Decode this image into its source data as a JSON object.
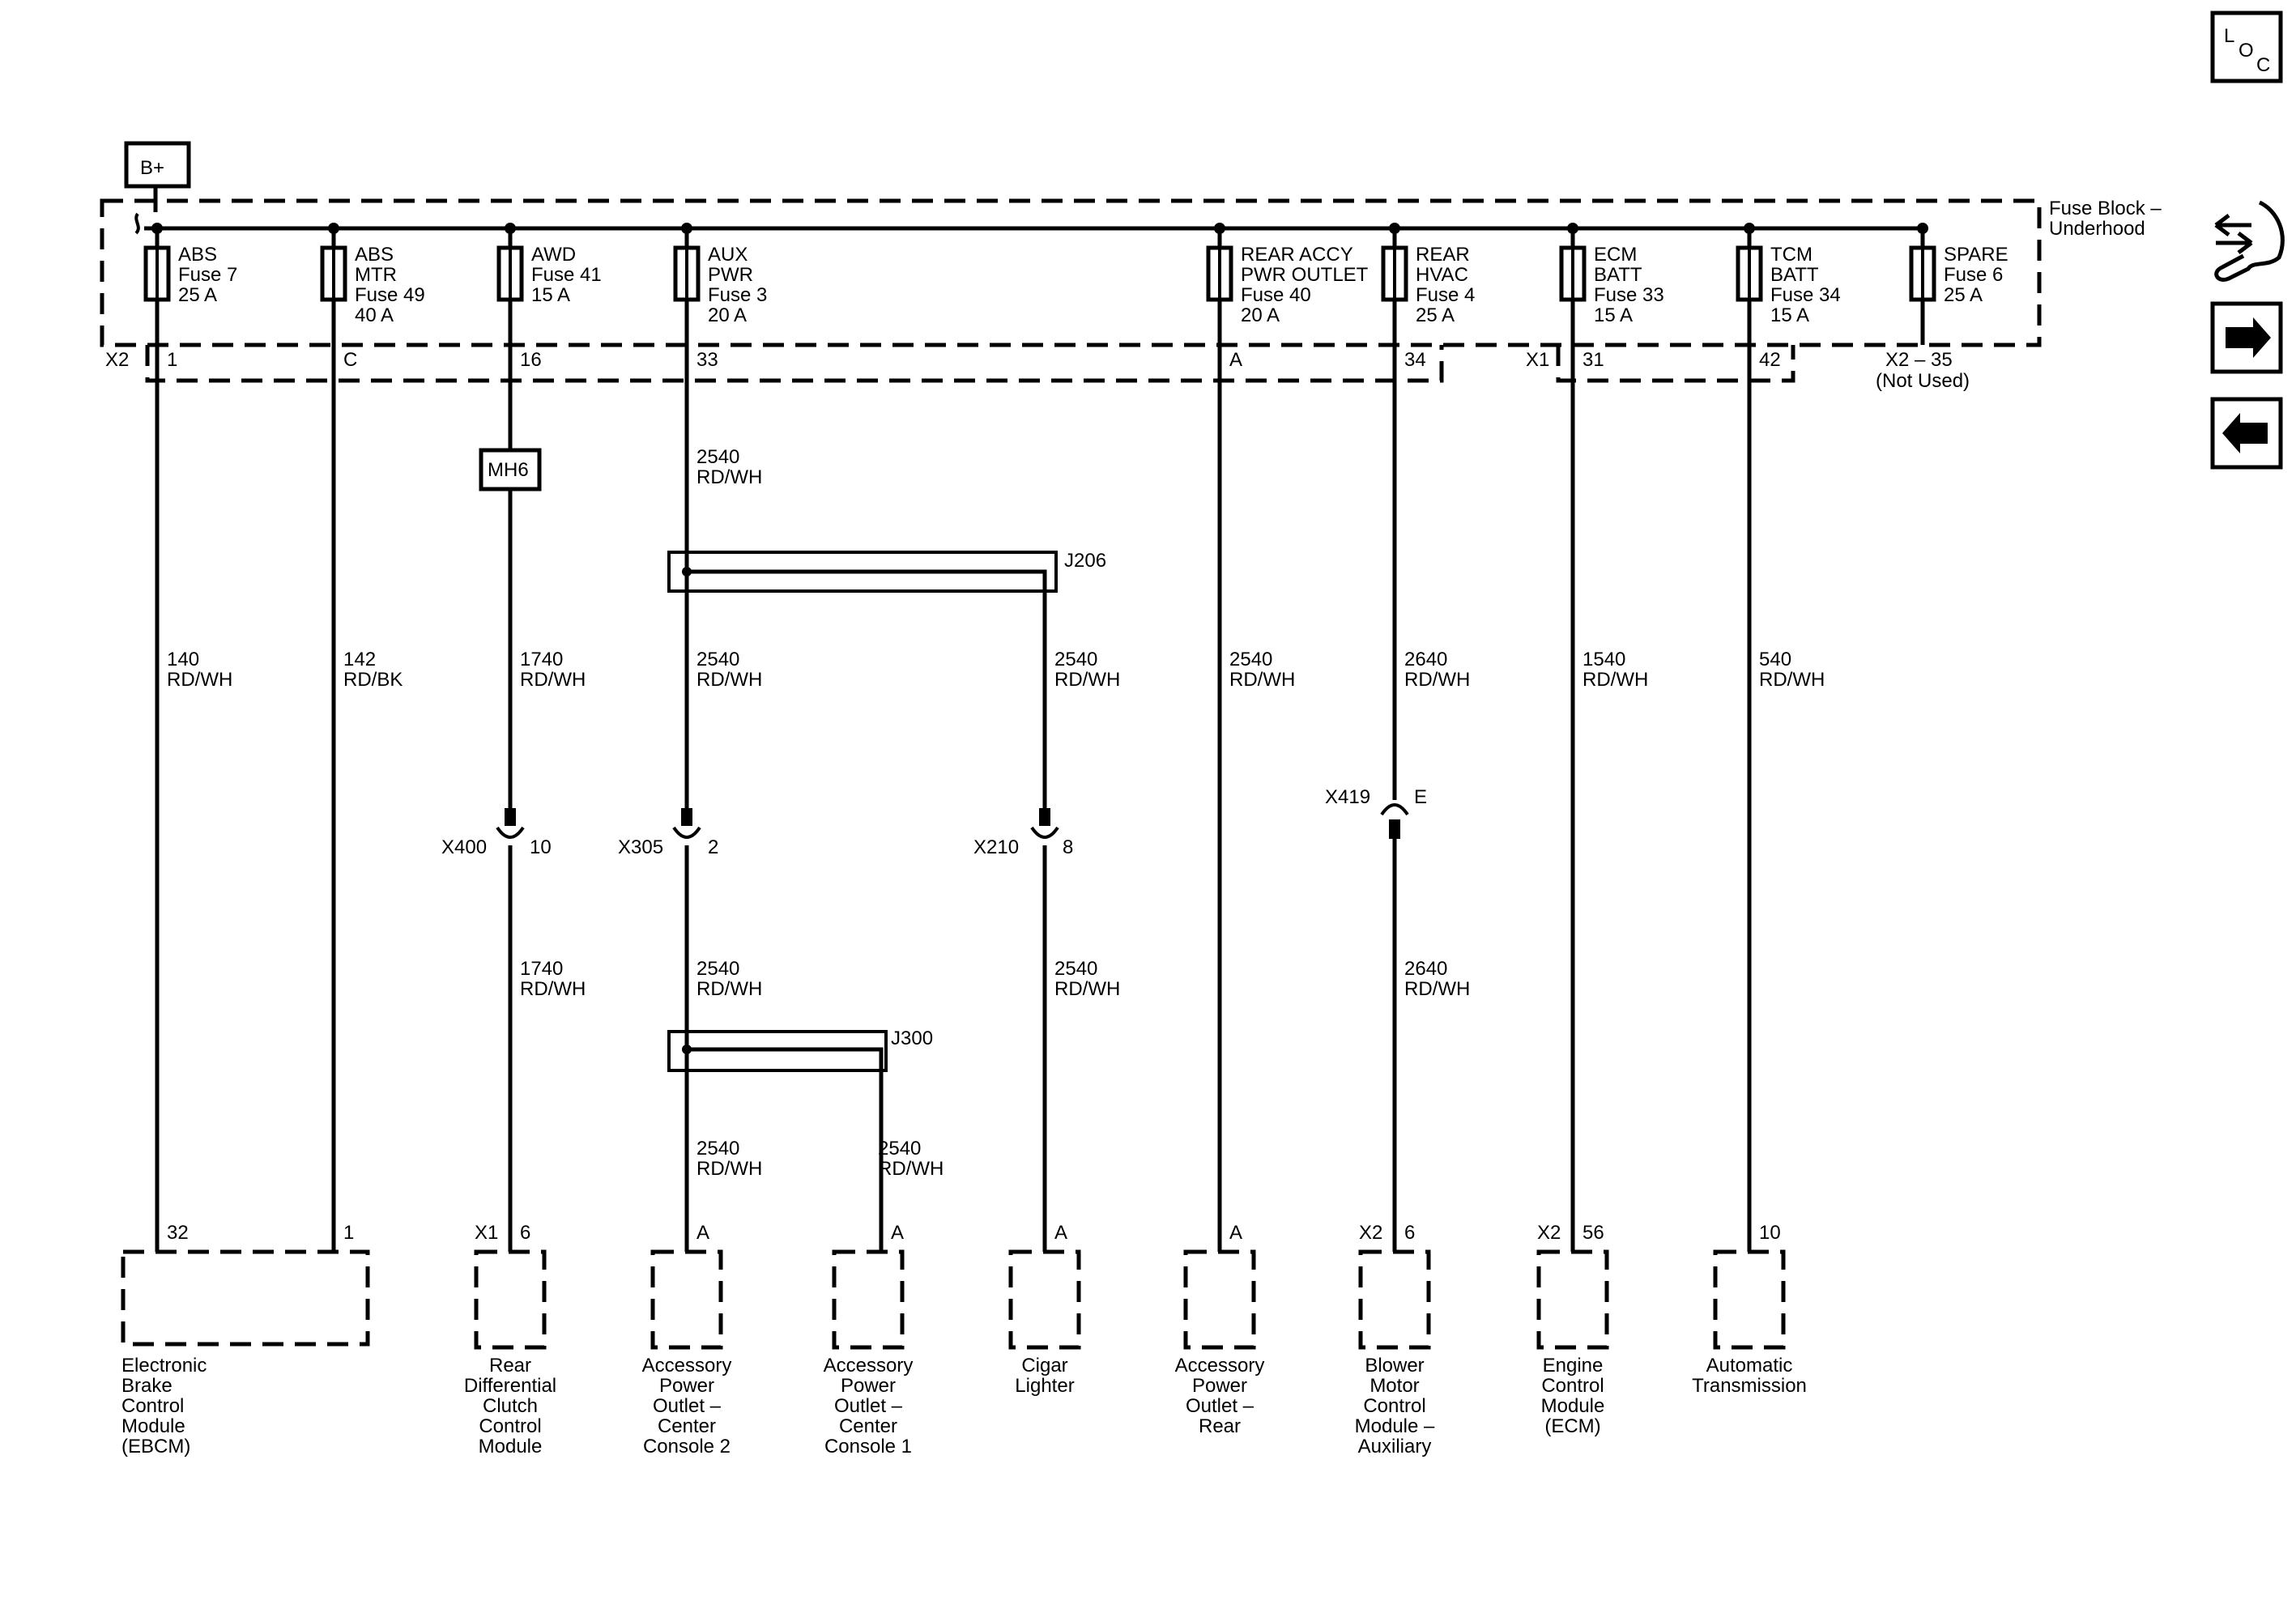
{
  "power_source": "B+",
  "fuse_block_label": [
    "Fuse Block –",
    "Underhood"
  ],
  "loc_icon_letters": [
    "L",
    "O",
    "C"
  ],
  "nav_icons": [
    "wrench-arrows-icon",
    "arrow-right-icon",
    "arrow-left-icon"
  ],
  "fuses": [
    {
      "id": "abs-fuse7",
      "lines": [
        "ABS",
        "Fuse 7",
        "25 A"
      ],
      "pin": "1"
    },
    {
      "id": "abs-mtr-fuse49",
      "lines": [
        "ABS",
        "MTR",
        "Fuse 49",
        "40 A"
      ],
      "pin": "C"
    },
    {
      "id": "awd-fuse41",
      "lines": [
        "AWD",
        "Fuse 41",
        "15 A"
      ],
      "pin": "16"
    },
    {
      "id": "aux-pwr-fuse3",
      "lines": [
        "AUX",
        "PWR",
        "Fuse 3",
        "20 A"
      ],
      "pin": "33"
    },
    {
      "id": "rear-accy-fuse40",
      "lines": [
        "REAR ACCY",
        "PWR OUTLET",
        "Fuse 40",
        "20 A"
      ],
      "pin": "A"
    },
    {
      "id": "rear-hvac-fuse4",
      "lines": [
        "REAR",
        "HVAC",
        "Fuse 4",
        "25 A"
      ],
      "pin": "34"
    },
    {
      "id": "ecm-batt-fuse33",
      "lines": [
        "ECM",
        "BATT",
        "Fuse 33",
        "15 A"
      ],
      "pin": "31"
    },
    {
      "id": "tcm-batt-fuse34",
      "lines": [
        "TCM",
        "BATT",
        "Fuse 34",
        "15 A"
      ],
      "pin": "42"
    },
    {
      "id": "spare-fuse6",
      "lines": [
        "SPARE",
        "Fuse 6",
        "25 A"
      ],
      "pin": ""
    }
  ],
  "connector_labels": {
    "x2": "X2",
    "x1": "X1",
    "spare_pin": "X2 – 35",
    "spare_note": "(Not Used)"
  },
  "splice_mh6": "MH6",
  "splices": [
    {
      "id": "J206",
      "label": "J206"
    },
    {
      "id": "J300",
      "label": "J300"
    }
  ],
  "inline_connectors": [
    {
      "id": "X400",
      "label": "X400",
      "pin": "10"
    },
    {
      "id": "X305",
      "label": "X305",
      "pin": "2"
    },
    {
      "id": "X210",
      "label": "X210",
      "pin": "8"
    },
    {
      "id": "X419",
      "label": "X419",
      "pin": "E"
    }
  ],
  "wire_labels": [
    {
      "id": "w140",
      "circuit": "140",
      "color": "RD/WH"
    },
    {
      "id": "w142",
      "circuit": "142",
      "color": "RD/BK"
    },
    {
      "id": "w1740a",
      "circuit": "1740",
      "color": "RD/WH"
    },
    {
      "id": "w1740b",
      "circuit": "1740",
      "color": "RD/WH"
    },
    {
      "id": "w2540top",
      "circuit": "2540",
      "color": "RD/WH"
    },
    {
      "id": "w2540mid",
      "circuit": "2540",
      "color": "RD/WH"
    },
    {
      "id": "w2540lighter",
      "circuit": "2540",
      "color": "RD/WH"
    },
    {
      "id": "w2540lower",
      "circuit": "2540",
      "color": "RD/WH"
    },
    {
      "id": "w2540lighter2",
      "circuit": "2540",
      "color": "RD/WH"
    },
    {
      "id": "w2540cc2",
      "circuit": "2540",
      "color": "RD/WH"
    },
    {
      "id": "w2540cc1",
      "circuit": "2540",
      "color": "RD/WH"
    },
    {
      "id": "w2540rear",
      "circuit": "2540",
      "color": "RD/WH"
    },
    {
      "id": "w2640a",
      "circuit": "2640",
      "color": "RD/WH"
    },
    {
      "id": "w2640b",
      "circuit": "2640",
      "color": "RD/WH"
    },
    {
      "id": "w1540",
      "circuit": "1540",
      "color": "RD/WH"
    },
    {
      "id": "w540",
      "circuit": "540",
      "color": "RD/WH"
    }
  ],
  "components": [
    {
      "id": "ebcm",
      "connector": "",
      "pins": [
        "32",
        "1"
      ],
      "name": [
        "Electronic",
        "Brake",
        "Control",
        "Module",
        "(EBCM)"
      ]
    },
    {
      "id": "rdccm",
      "connector": "X1",
      "pins": [
        "6"
      ],
      "name": [
        "Rear",
        "Differential",
        "Clutch",
        "Control",
        "Module"
      ]
    },
    {
      "id": "apo-cc2",
      "connector": "",
      "pins": [
        "A"
      ],
      "name": [
        "Accessory",
        "Power",
        "Outlet –",
        "Center",
        "Console 2"
      ]
    },
    {
      "id": "apo-cc1",
      "connector": "",
      "pins": [
        "A"
      ],
      "name": [
        "Accessory",
        "Power",
        "Outlet –",
        "Center",
        "Console 1"
      ]
    },
    {
      "id": "cigar",
      "connector": "",
      "pins": [
        "A"
      ],
      "name": [
        "Cigar",
        "Lighter"
      ]
    },
    {
      "id": "apo-rear",
      "connector": "",
      "pins": [
        "A"
      ],
      "name": [
        "Accessory",
        "Power",
        "Outlet –",
        "Rear"
      ]
    },
    {
      "id": "bmcm-aux",
      "connector": "X2",
      "pins": [
        "6"
      ],
      "name": [
        "Blower",
        "Motor",
        "Control",
        "Module –",
        "Auxiliary"
      ]
    },
    {
      "id": "ecm",
      "connector": "X2",
      "pins": [
        "56"
      ],
      "name": [
        "Engine",
        "Control",
        "Module",
        "(ECM)"
      ]
    },
    {
      "id": "trans",
      "connector": "",
      "pins": [
        "10"
      ],
      "name": [
        "Automatic",
        "Transmission"
      ]
    }
  ]
}
